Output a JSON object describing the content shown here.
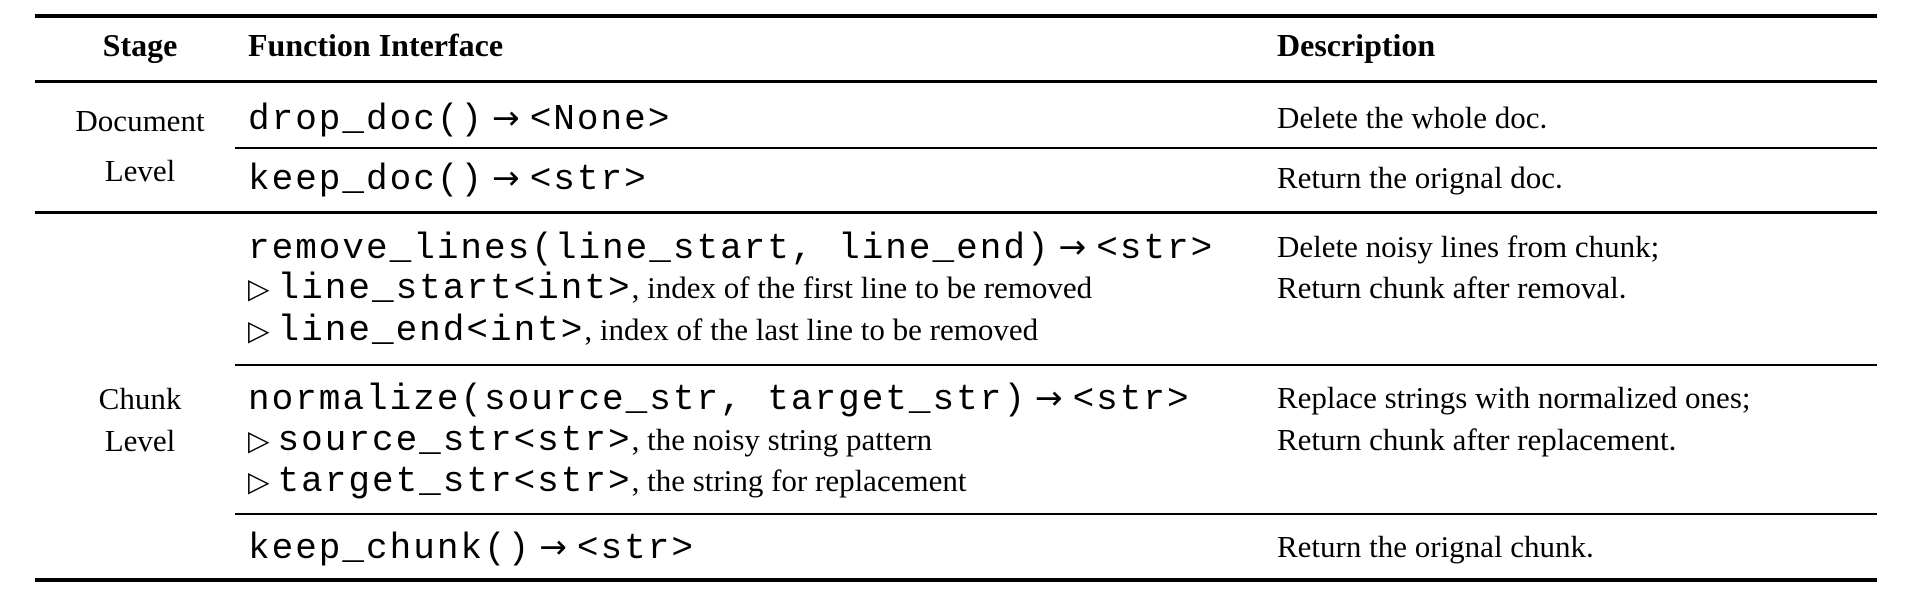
{
  "glyphs": {
    "arrow": "→",
    "param_marker": "▷"
  },
  "table": {
    "columns": [
      "Stage",
      "Function Interface",
      "Description"
    ],
    "stages": [
      {
        "label_lines": [
          "Document",
          "Level"
        ]
      },
      {
        "label_lines": [
          "Chunk",
          "Level"
        ]
      }
    ],
    "rows": [
      {
        "signature": "drop_doc()",
        "returns": "<None>",
        "desc": "Delete the whole doc."
      },
      {
        "signature": "keep_doc()",
        "returns": "<str>",
        "desc": "Return the orignal doc."
      },
      {
        "signature": "remove_lines(line_start, line_end)",
        "returns": "<str>",
        "params": [
          {
            "code": "line_start<int>",
            "text": ", index of the first line to be removed"
          },
          {
            "code": "line_end<int>",
            "text": ", index of the last line to be removed"
          }
        ],
        "desc_lines": [
          "Delete noisy lines from chunk;",
          "Return chunk after removal."
        ]
      },
      {
        "signature": "normalize(source_str, target_str)",
        "returns": "<str>",
        "params": [
          {
            "code": "source_str<str>",
            "text": ", the noisy string pattern"
          },
          {
            "code": "target_str<str>",
            "text": ", the string for replacement"
          }
        ],
        "desc_lines": [
          "Replace strings with normalized ones;",
          "Return chunk after replacement."
        ]
      },
      {
        "signature": "keep_chunk()",
        "returns": "<str>",
        "desc": "Return the orignal chunk."
      }
    ]
  }
}
